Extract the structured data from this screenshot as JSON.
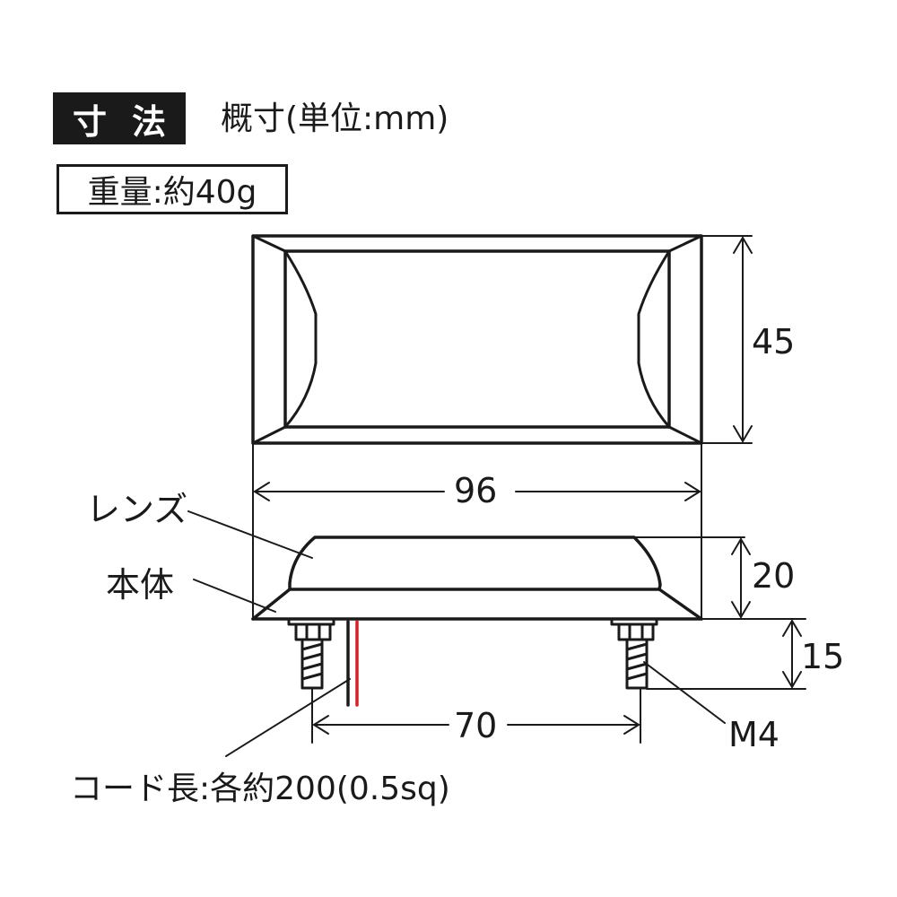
{
  "header": {
    "section_title_chars": [
      "寸",
      "法"
    ],
    "subtitle": "概寸(単位:mm)",
    "weight": "重量:約40g"
  },
  "drawing": {
    "top_view": {
      "width_label": "96",
      "height_label": "45"
    },
    "side_view": {
      "height_body_label": "20",
      "bolt_length_label": "15",
      "bolt_spacing_label": "70",
      "part_labels": {
        "lens": "レンズ",
        "body": "本体",
        "bolt": "M4",
        "cord": "コード長:各約200(0.5sq)"
      },
      "cord_colors": [
        "#1a1a1a",
        "#d8202a"
      ]
    }
  },
  "colors": {
    "line": "#1a1a1a",
    "accent_red": "#d8202a",
    "background": "#ffffff"
  }
}
